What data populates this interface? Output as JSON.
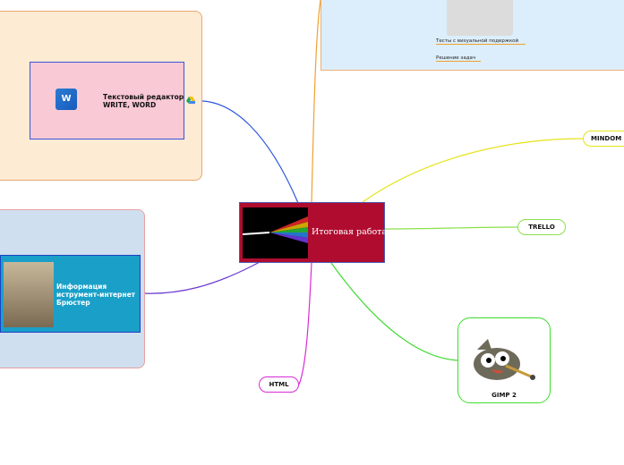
{
  "central": {
    "label": "Итоговая работа"
  },
  "nodes": {
    "word": {
      "label_line1": "Текстовый редактор",
      "label_line2": "WRITE, WORD"
    },
    "info": {
      "label_line1": "Информация",
      "label_line2": "иструмент-интернет",
      "label_line3": "Брюстер"
    },
    "tests": {
      "item1": "Тесты с визуальной подержкой",
      "item2": "Решение задач"
    },
    "mindom": {
      "label": "MINDOM"
    },
    "trello": {
      "label": "TRELLO"
    },
    "gimp": {
      "label": "GIMP 2"
    },
    "html": {
      "label": "HTML"
    }
  },
  "colors": {
    "central_fill": "#b00c30",
    "branch_word": "#2b56e0",
    "branch_info": "#6a3ad0",
    "branch_tests": "#f0a030",
    "branch_mindom": "#e6e31a",
    "branch_trello": "#8be04a",
    "branch_gimp": "#3edc2e",
    "branch_html": "#d82cd8"
  },
  "icons": {
    "word": "word-icon",
    "attachment": "drive-icon",
    "gimp": "gimp-icon"
  }
}
